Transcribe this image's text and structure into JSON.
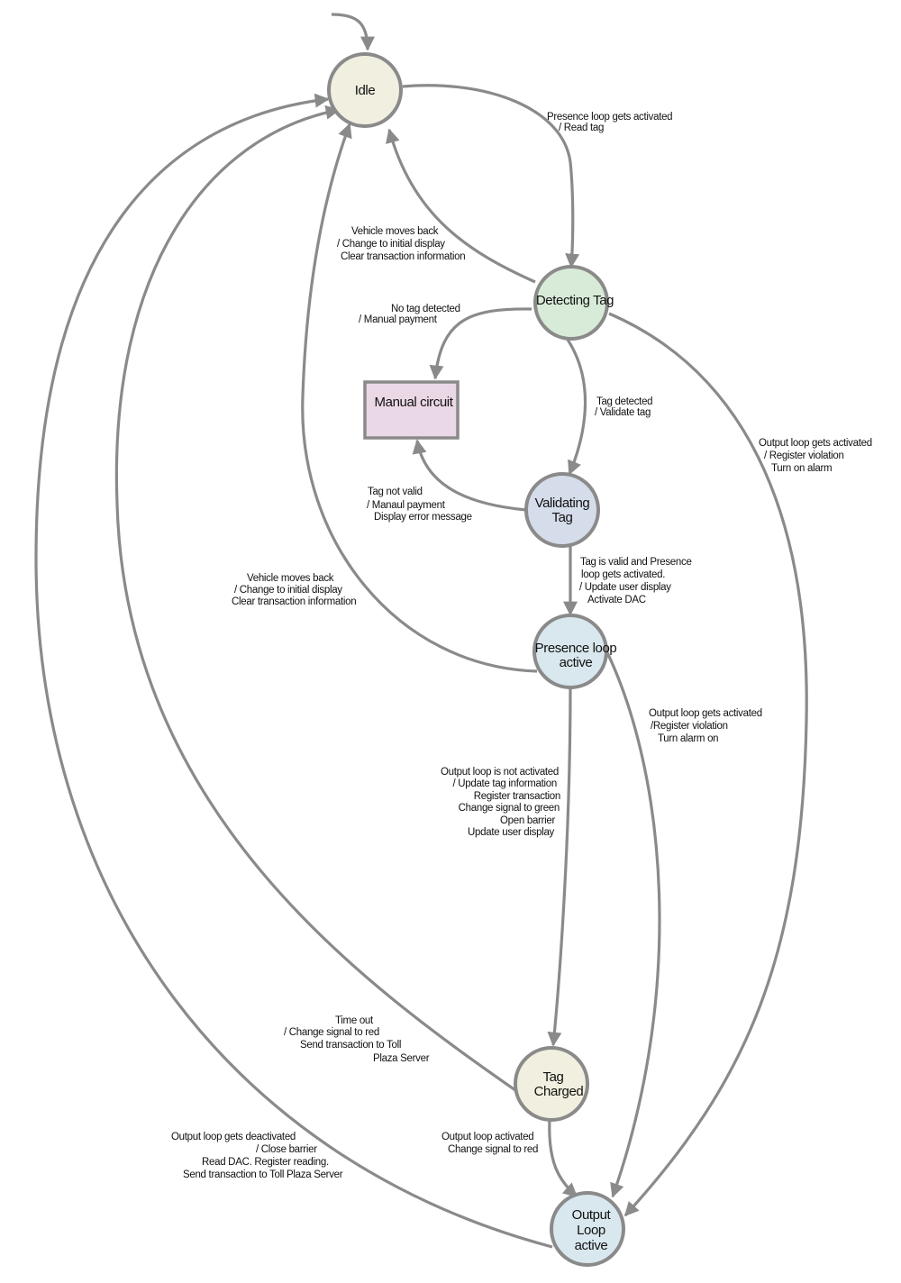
{
  "states": {
    "idle": {
      "lines": [
        "Idle"
      ],
      "fill": "#f1efdf"
    },
    "detecting_tag": {
      "lines": [
        "Detecting Tag"
      ],
      "fill": "#d8ebd8"
    },
    "manual_circuit": {
      "lines": [
        "Manual circuit"
      ],
      "fill": "#ebd8e7"
    },
    "validating_tag": {
      "lines": [
        "Validating",
        "Tag"
      ],
      "fill": "#d5dcea"
    },
    "presence_loop_active": {
      "lines": [
        "Presence loop",
        "active"
      ],
      "fill": "#d9e8ee"
    },
    "tag_charged": {
      "lines": [
        "Tag",
        "Charged"
      ],
      "fill": "#f1efdf"
    },
    "output_loop_active": {
      "lines": [
        "Output",
        "Loop",
        "active"
      ],
      "fill": "#d9e8ee"
    }
  },
  "transitions": {
    "idle_to_detecting": {
      "lines": [
        "Presence loop gets activated",
        "/ Read tag"
      ]
    },
    "detecting_to_idle": {
      "lines": [
        "Vehicle moves back",
        "/ Change to initial display",
        "Clear transaction information"
      ]
    },
    "detecting_to_manual": {
      "lines": [
        "No tag detected",
        "/ Manual payment"
      ]
    },
    "detecting_to_validating": {
      "lines": [
        "Tag detected",
        "/ Validate tag"
      ]
    },
    "detecting_to_output": {
      "lines": [
        "Output loop gets activated",
        "/ Register violation",
        "Turn on alarm"
      ]
    },
    "validating_to_manual": {
      "lines": [
        "Tag not valid",
        "/ Manaul payment",
        "Display error message"
      ]
    },
    "validating_to_presence": {
      "lines": [
        "Tag is valid and Presence",
        "loop gets activated.",
        "/ Update user display",
        "Activate DAC"
      ]
    },
    "presence_to_idle": {
      "lines": [
        "Vehicle moves back",
        "/ Change to initial display",
        "Clear transaction information"
      ]
    },
    "presence_to_output": {
      "lines": [
        "Output loop gets activated",
        "/Register violation",
        "Turn alarm on"
      ]
    },
    "presence_to_charged": {
      "lines": [
        "Output loop is not activated",
        "/ Update tag information",
        "Register transaction",
        "Change signal to green",
        "Open barrier",
        "Update user display"
      ]
    },
    "charged_to_idle": {
      "lines": [
        "Time out",
        "/ Change signal to red",
        "Send transaction to Toll",
        "Plaza Server"
      ]
    },
    "charged_to_output": {
      "lines": [
        "Output loop activated",
        "Change signal to red"
      ]
    },
    "output_to_idle": {
      "lines": [
        "Output loop gets deactivated",
        "/ Close barrier",
        "Read DAC. Register reading.",
        "Send transaction to Toll Plaza Server"
      ]
    }
  },
  "colors": {
    "edge": "#8a8a8a",
    "text": "#111111"
  }
}
